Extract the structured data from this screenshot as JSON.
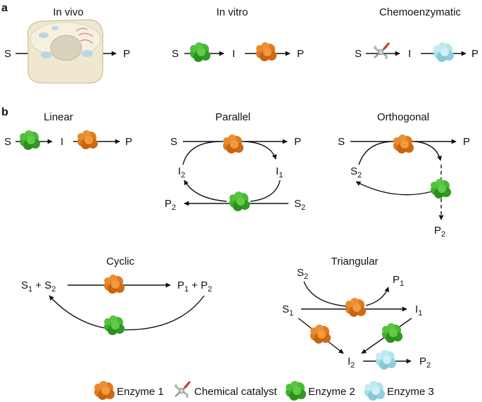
{
  "panel_a": {
    "tag": "a",
    "titles": {
      "in_vivo": "In vivo",
      "in_vitro": "In vitro",
      "chemoenzymatic": "Chemoenzymatic"
    },
    "in_vivo": {
      "s": "S",
      "p": "P"
    },
    "in_vitro": {
      "s": "S",
      "i": "I",
      "p": "P"
    },
    "chemoenzymatic": {
      "s": "S",
      "i": "I",
      "p": "P"
    }
  },
  "panel_b": {
    "tag": "b",
    "linear": {
      "title": "Linear",
      "s": "S",
      "i": "I",
      "p": "P"
    },
    "parallel": {
      "title": "Parallel",
      "s": "S",
      "p": "P",
      "i2": "I",
      "i2_sub": "2",
      "i1": "I",
      "i1_sub": "1",
      "p2": "P",
      "p2_sub": "2",
      "s2": "S",
      "s2_sub": "2"
    },
    "orthogonal": {
      "title": "Orthogonal",
      "s": "S",
      "p": "P",
      "s2": "S",
      "s2_sub": "2",
      "p2": "P",
      "p2_sub": "2"
    },
    "cyclic": {
      "title": "Cyclic",
      "s1": "S",
      "s1_sub": "1",
      "plus1": " + ",
      "s2": "S",
      "s2_sub": "2",
      "p1": "P",
      "p1_sub": "1",
      "plus2": " + ",
      "p2": "P",
      "p2_sub": "2"
    },
    "triangular": {
      "title": "Triangular",
      "s2": "S",
      "s2_sub": "2",
      "p1": "P",
      "p1_sub": "1",
      "s1": "S",
      "s1_sub": "1",
      "i1": "I",
      "i1_sub": "1",
      "i2": "I",
      "i2_sub": "2",
      "p2": "P",
      "p2_sub": "2"
    }
  },
  "legend": {
    "enzyme1": "Enzyme 1",
    "chemical": "Chemical catalyst",
    "enzyme2": "Enzyme 2",
    "enzyme3": "Enzyme 3"
  },
  "colors": {
    "enzyme1": "#e07a1f",
    "enzyme1_dark": "#a9520d",
    "enzyme2": "#3fae2a",
    "enzyme2_dark": "#237a17",
    "enzyme3": "#9fdbe6",
    "enzyme3_dark": "#5fb2c4",
    "cell": "#efe8cf",
    "catalyst_accent": "#d8342a"
  }
}
